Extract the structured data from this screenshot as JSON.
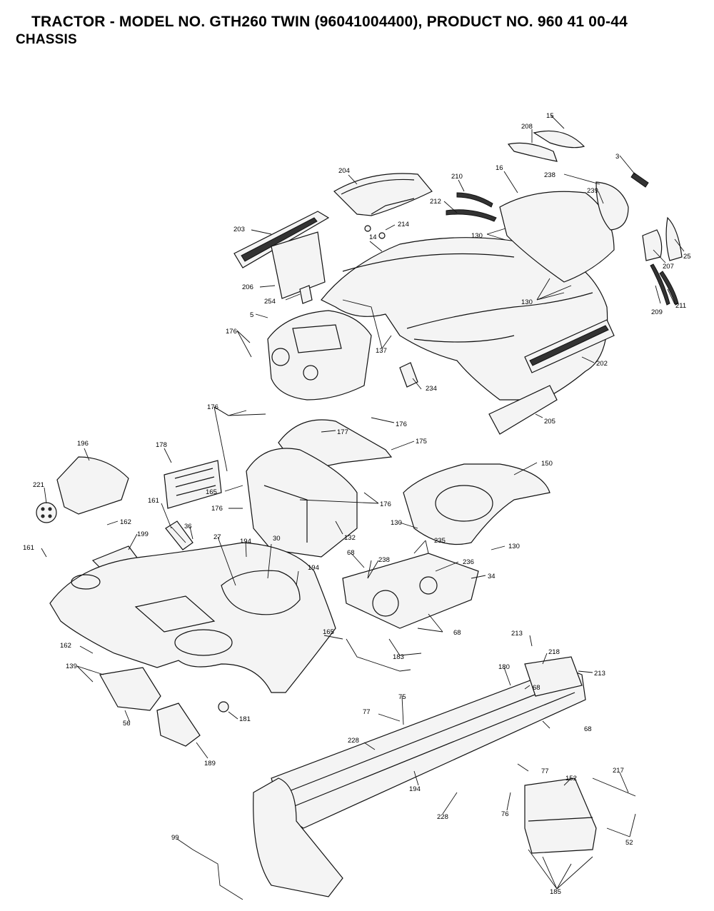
{
  "header": {
    "title_line1": "TRACTOR -  MODEL NO. GTH260 TWIN (96041004400), PRODUCT NO. 960 41 00-44",
    "title_line2": "CHASSIS"
  },
  "callouts": {
    "c15": "15",
    "c208": "208",
    "c3": "3",
    "c204": "204",
    "c210": "210",
    "c16": "16",
    "c238": "238",
    "c239": "239",
    "c212": "212",
    "c203": "203",
    "c214": "214",
    "c130a": "130",
    "c25": "25",
    "c14": "14",
    "c207": "207",
    "c206": "206",
    "c130b": "130",
    "c209": "209",
    "c211": "211",
    "c254": "254",
    "c5": "5",
    "c137": "137",
    "c176a": "176",
    "c202": "202",
    "c234": "234",
    "c176b": "176",
    "c176c": "176",
    "c205": "205",
    "c177": "177",
    "c175": "175",
    "c196": "196",
    "c178": "178",
    "c150": "150",
    "c221": "221",
    "c161a": "161",
    "c165a": "165",
    "c176d": "176",
    "c176e": "176",
    "c162a": "162",
    "c130c": "130",
    "c199": "199",
    "c36": "36",
    "c161b": "161",
    "c132": "132",
    "c235": "235",
    "c27": "27",
    "c194a": "194",
    "c130d": "130",
    "c68a": "68",
    "c238b": "238",
    "c236": "236",
    "c30": "30",
    "c34": "34",
    "c194b": "194",
    "c68b": "68",
    "c165b": "165",
    "c162b": "162",
    "c183": "183",
    "c213a": "213",
    "c218": "218",
    "c180": "180",
    "c139": "139",
    "c213b": "213",
    "c68c": "68",
    "c181": "181",
    "c75": "75",
    "c56": "56",
    "c77a": "77",
    "c68d": "68",
    "c228a": "228",
    "c189": "189",
    "c77b": "77",
    "c152": "152",
    "c217": "217",
    "c194c": "194",
    "c76": "76",
    "c228b": "228",
    "c52": "52",
    "c99": "99",
    "c185": "185"
  }
}
